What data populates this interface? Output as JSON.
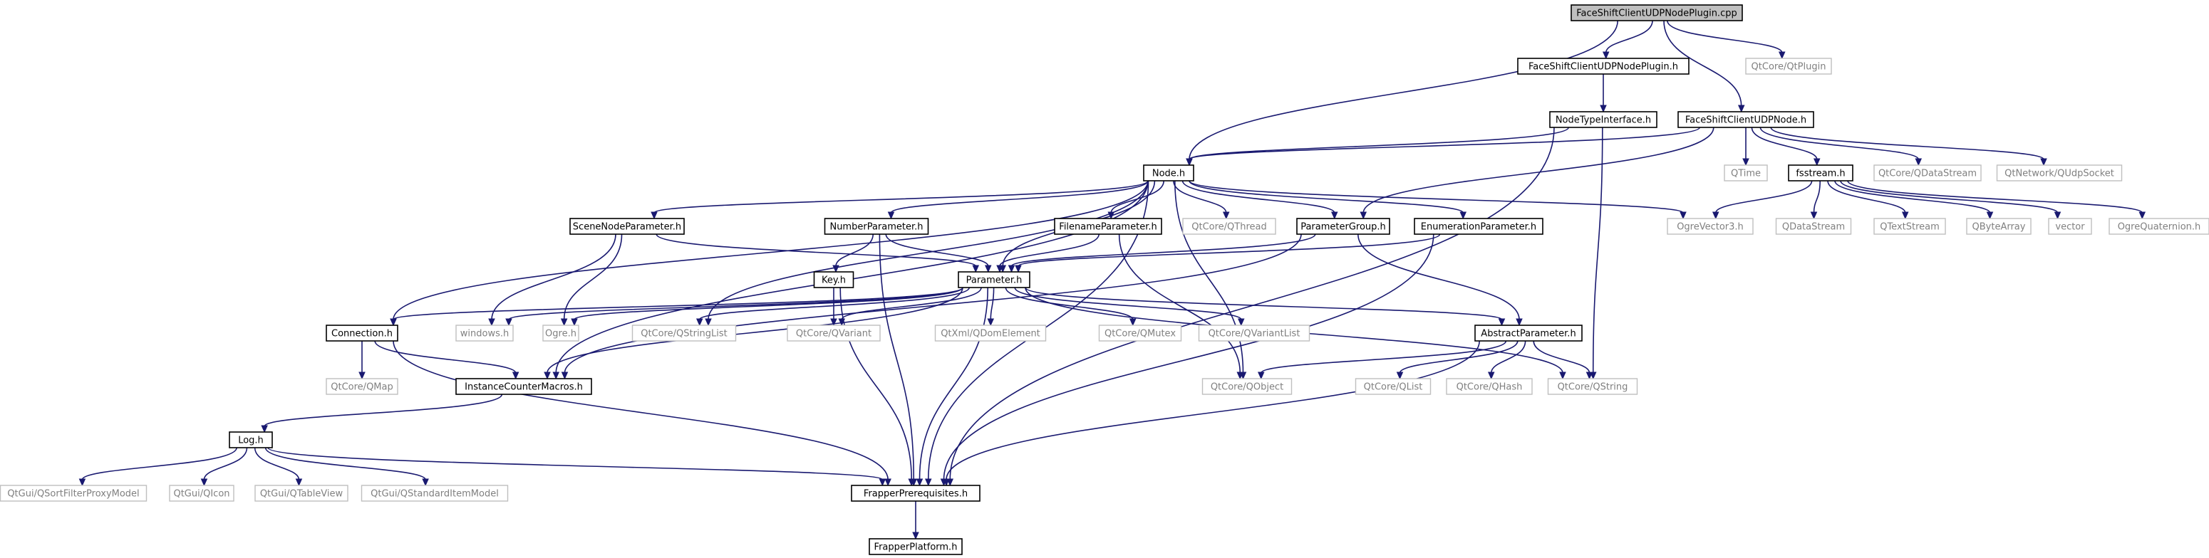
{
  "diagram": {
    "nodes": [
      {
        "id": "root",
        "label": "FaceShiftClientUDPNodePlugin.cpp",
        "kind": "root"
      },
      {
        "id": "fscpluginh",
        "label": "FaceShiftClientUDPNodePlugin.h",
        "kind": "file"
      },
      {
        "id": "qtplugin",
        "label": "QtCore/QtPlugin",
        "kind": "ext"
      },
      {
        "id": "nodetype",
        "label": "NodeTypeInterface.h",
        "kind": "file"
      },
      {
        "id": "fscnode",
        "label": "FaceShiftClientUDPNode.h",
        "kind": "file"
      },
      {
        "id": "nodeh",
        "label": "Node.h",
        "kind": "file"
      },
      {
        "id": "qtime",
        "label": "QTime",
        "kind": "ext"
      },
      {
        "id": "fsstream",
        "label": "fsstream.h",
        "kind": "file"
      },
      {
        "id": "qdatastreamcore",
        "label": "QtCore/QDataStream",
        "kind": "ext"
      },
      {
        "id": "qudpsocket",
        "label": "QtNetwork/QUdpSocket",
        "kind": "ext"
      },
      {
        "id": "scenenode",
        "label": "SceneNodeParameter.h",
        "kind": "file"
      },
      {
        "id": "numberparam",
        "label": "NumberParameter.h",
        "kind": "file"
      },
      {
        "id": "filenameparam",
        "label": "FilenameParameter.h",
        "kind": "file"
      },
      {
        "id": "qthread",
        "label": "QtCore/QThread",
        "kind": "ext"
      },
      {
        "id": "paramgroup",
        "label": "ParameterGroup.h",
        "kind": "file"
      },
      {
        "id": "enumparam",
        "label": "EnumerationParameter.h",
        "kind": "file"
      },
      {
        "id": "ogrevector3",
        "label": "OgreVector3.h",
        "kind": "ext"
      },
      {
        "id": "qdatastream",
        "label": "QDataStream",
        "kind": "ext"
      },
      {
        "id": "qtextstream",
        "label": "QTextStream",
        "kind": "ext"
      },
      {
        "id": "qbytearray",
        "label": "QByteArray",
        "kind": "ext"
      },
      {
        "id": "vector",
        "label": "vector",
        "kind": "ext"
      },
      {
        "id": "ogrequat",
        "label": "OgreQuaternion.h",
        "kind": "ext"
      },
      {
        "id": "keyh",
        "label": "Key.h",
        "kind": "file"
      },
      {
        "id": "paramh",
        "label": "Parameter.h",
        "kind": "file"
      },
      {
        "id": "connection",
        "label": "Connection.h",
        "kind": "file"
      },
      {
        "id": "windows",
        "label": "windows.h",
        "kind": "ext"
      },
      {
        "id": "ogreh",
        "label": "Ogre.h",
        "kind": "ext"
      },
      {
        "id": "qstringlist",
        "label": "QtCore/QStringList",
        "kind": "ext"
      },
      {
        "id": "qvariant",
        "label": "QtCore/QVariant",
        "kind": "ext"
      },
      {
        "id": "qdomelement",
        "label": "QtXml/QDomElement",
        "kind": "ext"
      },
      {
        "id": "qmutex",
        "label": "QtCore/QMutex",
        "kind": "ext"
      },
      {
        "id": "qvariantlist",
        "label": "QtCore/QVariantList",
        "kind": "ext"
      },
      {
        "id": "abstractparam",
        "label": "AbstractParameter.h",
        "kind": "file"
      },
      {
        "id": "qmap",
        "label": "QtCore/QMap",
        "kind": "ext"
      },
      {
        "id": "instcounter",
        "label": "InstanceCounterMacros.h",
        "kind": "file"
      },
      {
        "id": "qobject",
        "label": "QtCore/QObject",
        "kind": "ext"
      },
      {
        "id": "qlist",
        "label": "QtCore/QList",
        "kind": "ext"
      },
      {
        "id": "qhash",
        "label": "QtCore/QHash",
        "kind": "ext"
      },
      {
        "id": "qstring",
        "label": "QtCore/QString",
        "kind": "ext"
      },
      {
        "id": "logh",
        "label": "Log.h",
        "kind": "file"
      },
      {
        "id": "qsortfilter",
        "label": "QtGui/QSortFilterProxyModel",
        "kind": "ext"
      },
      {
        "id": "qicon",
        "label": "QtGui/QIcon",
        "kind": "ext"
      },
      {
        "id": "qtableview",
        "label": "QtGui/QTableView",
        "kind": "ext"
      },
      {
        "id": "qstditem",
        "label": "QtGui/QStandardItemModel",
        "kind": "ext"
      },
      {
        "id": "frapperprereq",
        "label": "FrapperPrerequisites.h",
        "kind": "file"
      },
      {
        "id": "frapperplatform",
        "label": "FrapperPlatform.h",
        "kind": "file"
      }
    ],
    "edges": [
      [
        "root",
        "fscpluginh"
      ],
      [
        "root",
        "qtplugin"
      ],
      [
        "root",
        "fscnode"
      ],
      [
        "root",
        "nodeh"
      ],
      [
        "fscpluginh",
        "nodetype"
      ],
      [
        "nodetype",
        "nodeh"
      ],
      [
        "nodetype",
        "qstring"
      ],
      [
        "nodetype",
        "frapperprereq"
      ],
      [
        "fscnode",
        "nodeh"
      ],
      [
        "fscnode",
        "qtime"
      ],
      [
        "fscnode",
        "fsstream"
      ],
      [
        "fscnode",
        "qdatastreamcore"
      ],
      [
        "fscnode",
        "qudpsocket"
      ],
      [
        "fscnode",
        "paramgroup"
      ],
      [
        "fsstream",
        "ogrevector3"
      ],
      [
        "fsstream",
        "qdatastream"
      ],
      [
        "fsstream",
        "qtextstream"
      ],
      [
        "fsstream",
        "qbytearray"
      ],
      [
        "fsstream",
        "vector"
      ],
      [
        "fsstream",
        "ogrequat"
      ],
      [
        "nodeh",
        "scenenode"
      ],
      [
        "nodeh",
        "numberparam"
      ],
      [
        "nodeh",
        "filenameparam"
      ],
      [
        "nodeh",
        "qthread"
      ],
      [
        "nodeh",
        "paramgroup"
      ],
      [
        "nodeh",
        "enumparam"
      ],
      [
        "nodeh",
        "ogrevector3"
      ],
      [
        "nodeh",
        "paramh"
      ],
      [
        "nodeh",
        "connection"
      ],
      [
        "nodeh",
        "instcounter"
      ],
      [
        "nodeh",
        "qstringlist"
      ],
      [
        "nodeh",
        "qobject"
      ],
      [
        "nodeh",
        "frapperprereq"
      ],
      [
        "scenenode",
        "paramh"
      ],
      [
        "scenenode",
        "windows"
      ],
      [
        "scenenode",
        "ogreh"
      ],
      [
        "numberparam",
        "keyh"
      ],
      [
        "numberparam",
        "paramh"
      ],
      [
        "numberparam",
        "frapperprereq"
      ],
      [
        "filenameparam",
        "paramh"
      ],
      [
        "filenameparam",
        "qobject"
      ],
      [
        "paramgroup",
        "paramh"
      ],
      [
        "paramgroup",
        "abstractparam"
      ],
      [
        "paramgroup",
        "instcounter"
      ],
      [
        "enumparam",
        "paramh"
      ],
      [
        "enumparam",
        "frapperprereq"
      ],
      [
        "keyh",
        "qvariant"
      ],
      [
        "keyh",
        "frapperprereq"
      ],
      [
        "paramh",
        "connection"
      ],
      [
        "paramh",
        "windows"
      ],
      [
        "paramh",
        "ogreh"
      ],
      [
        "paramh",
        "qstringlist"
      ],
      [
        "paramh",
        "qvariant"
      ],
      [
        "paramh",
        "qdomelement"
      ],
      [
        "paramh",
        "qmutex"
      ],
      [
        "paramh",
        "qvariantlist"
      ],
      [
        "paramh",
        "abstractparam"
      ],
      [
        "paramh",
        "instcounter"
      ],
      [
        "paramh",
        "qstring"
      ],
      [
        "paramh",
        "frapperprereq"
      ],
      [
        "connection",
        "qmap"
      ],
      [
        "connection",
        "instcounter"
      ],
      [
        "connection",
        "frapperprereq"
      ],
      [
        "abstractparam",
        "qobject"
      ],
      [
        "abstractparam",
        "qlist"
      ],
      [
        "abstractparam",
        "qhash"
      ],
      [
        "abstractparam",
        "qstring"
      ],
      [
        "abstractparam",
        "frapperprereq"
      ],
      [
        "instcounter",
        "logh"
      ],
      [
        "logh",
        "qsortfilter"
      ],
      [
        "logh",
        "qicon"
      ],
      [
        "logh",
        "qtableview"
      ],
      [
        "logh",
        "qstditem"
      ],
      [
        "logh",
        "frapperprereq"
      ],
      [
        "frapperprereq",
        "frapperplatform"
      ]
    ]
  }
}
